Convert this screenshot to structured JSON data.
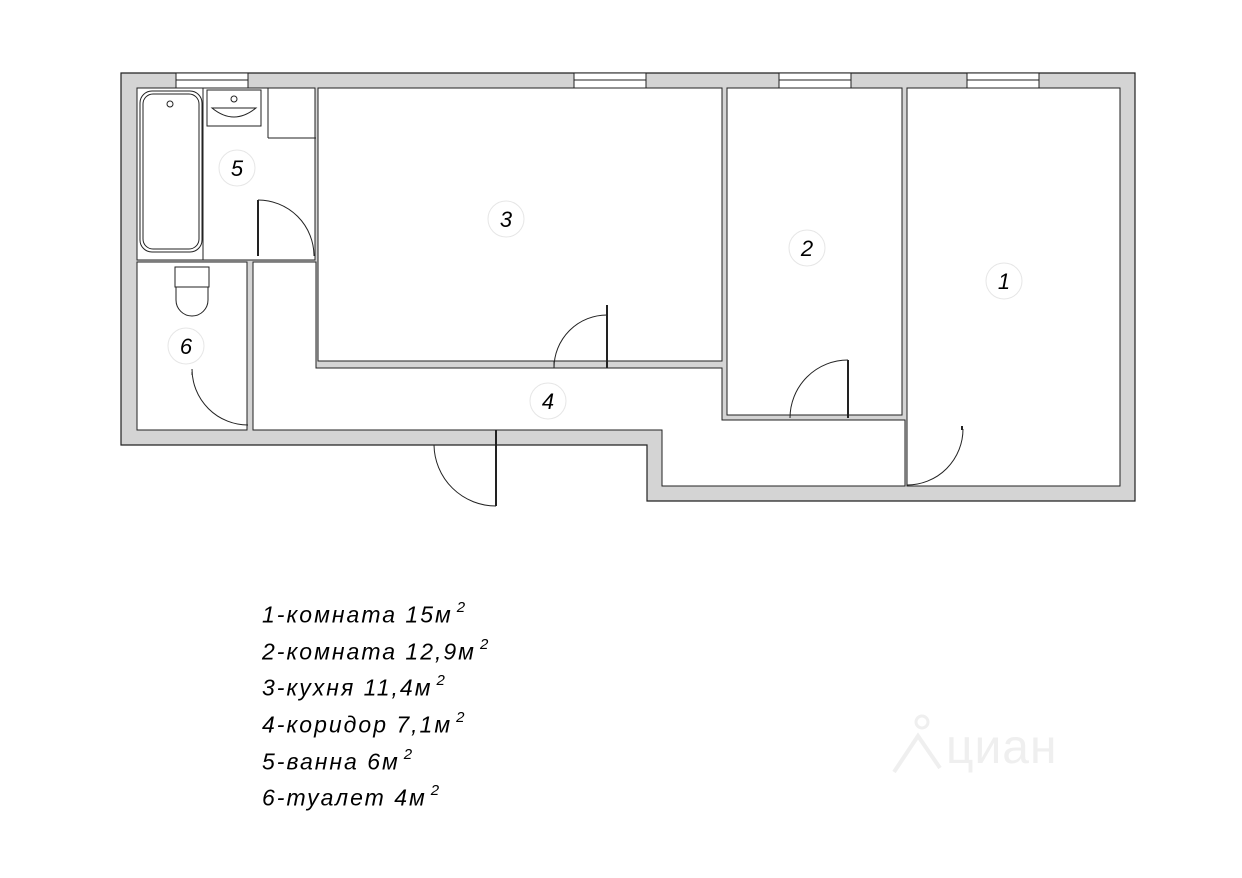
{
  "rooms": [
    {
      "id": "1",
      "label": "1"
    },
    {
      "id": "2",
      "label": "2"
    },
    {
      "id": "3",
      "label": "3"
    },
    {
      "id": "4",
      "label": "4"
    },
    {
      "id": "5",
      "label": "5"
    },
    {
      "id": "6",
      "label": "6"
    }
  ],
  "legend": [
    {
      "text": "1-комната 15м",
      "sup": "2"
    },
    {
      "text": "2-комната 12,9м",
      "sup": "2"
    },
    {
      "text": "3-кухня 11,4м",
      "sup": "2"
    },
    {
      "text": "4-коридор 7,1м",
      "sup": "2"
    },
    {
      "text": "5-ванна 6м",
      "sup": "2"
    },
    {
      "text": "6-туалет 4м",
      "sup": "2"
    }
  ],
  "watermark": {
    "text": "циан"
  }
}
